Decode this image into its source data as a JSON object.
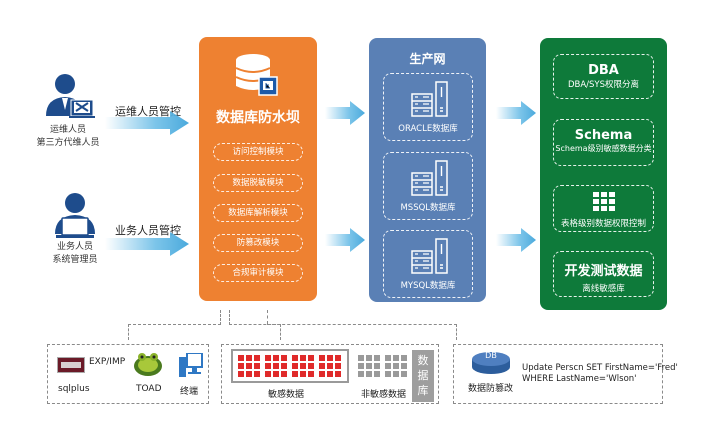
{
  "left": {
    "ops_person": {
      "line1": "运维人员",
      "line2": "第三方代维人员",
      "arrow_label": "运维人员管控",
      "icon": "person-laptop-tools-icon"
    },
    "biz_person": {
      "line1": "业务人员",
      "line2": "系统管理员",
      "arrow_label": "业务人员管控",
      "icon": "person-laptop-icon"
    }
  },
  "orange": {
    "title": "数据库防水坝",
    "icon": "database-shield-icon",
    "modules": [
      "访问控制模块",
      "数据脱敏模块",
      "数据库解析模块",
      "防篡改模块",
      "合规审计模块"
    ],
    "color": "#ee8131"
  },
  "blue": {
    "title": "生产网",
    "databases": [
      "ORACLE数据库",
      "MSSQL数据库",
      "MYSQL数据库"
    ],
    "icon": "server-icon",
    "color": "#5a80b5"
  },
  "green": {
    "color": "#0e7a3a",
    "items": [
      {
        "title": "DBA",
        "subtitle": "DBA/SYS权限分离"
      },
      {
        "title": "Schema",
        "subtitle": "Schema级别敏感数据分类"
      },
      {
        "title": "",
        "subtitle": "表格级别数据权限控制",
        "icon": "grid-icon"
      },
      {
        "title": "开发测试数据",
        "subtitle": "离线敏感库"
      }
    ]
  },
  "bottom": {
    "tools": {
      "exp": "EXP/IMP",
      "sqlplus": "sqlplus",
      "toad": "TOAD",
      "terminal": "终端"
    },
    "data": {
      "sensitive": "敏感数据",
      "nonsensitive": "非敏感数据",
      "db_chars": [
        "数",
        "据",
        "库"
      ],
      "sensitive_color": "#e02a2a"
    },
    "tamper": {
      "db_label": "DB",
      "caption": "数据防篡改",
      "sql_line1": "Update Perscn SET FirstName='Fred'",
      "sql_line2": "WHERE LastName='Wlson'"
    }
  }
}
